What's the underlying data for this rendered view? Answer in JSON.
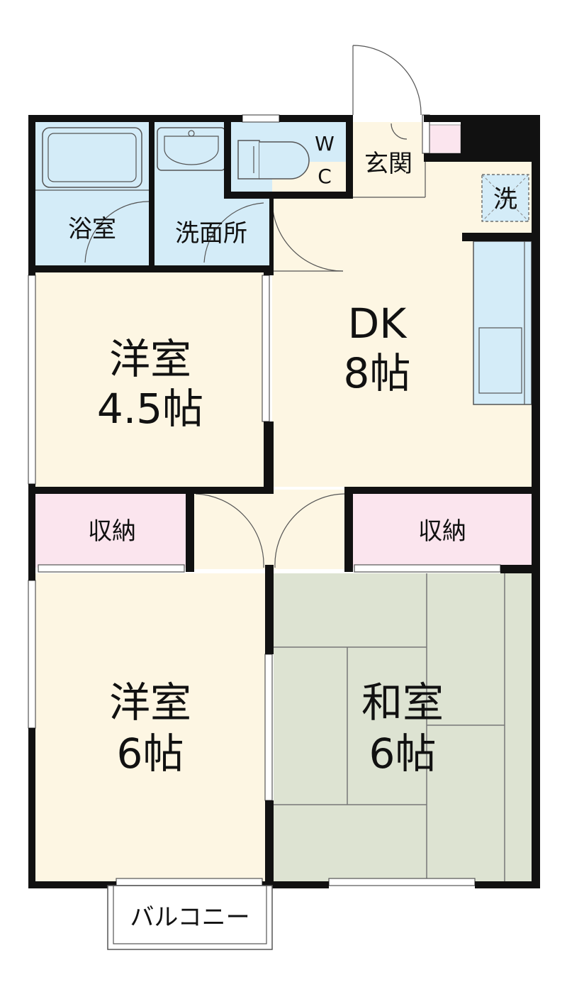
{
  "rooms": {
    "bath": "浴室",
    "washroom": "洗面所",
    "wc_w": "W",
    "wc_c": "C",
    "entrance": "玄関",
    "washer": "洗",
    "dk_name": "DK",
    "dk_size": "8帖",
    "western1_name": "洋室",
    "western1_size": "4.5帖",
    "storage_left": "収納",
    "storage_right": "収納",
    "western2_name": "洋室",
    "western2_size": "6帖",
    "japanese_name": "和室",
    "japanese_size": "6帖",
    "balcony": "バルコニー"
  },
  "colors": {
    "wall": "#111111",
    "wet_area": "#d4ecf8",
    "floor": "#fdf6e3",
    "storage": "#fbe5ee",
    "tatami": "#dde3d2",
    "kitchen": "#d4ecf8"
  }
}
